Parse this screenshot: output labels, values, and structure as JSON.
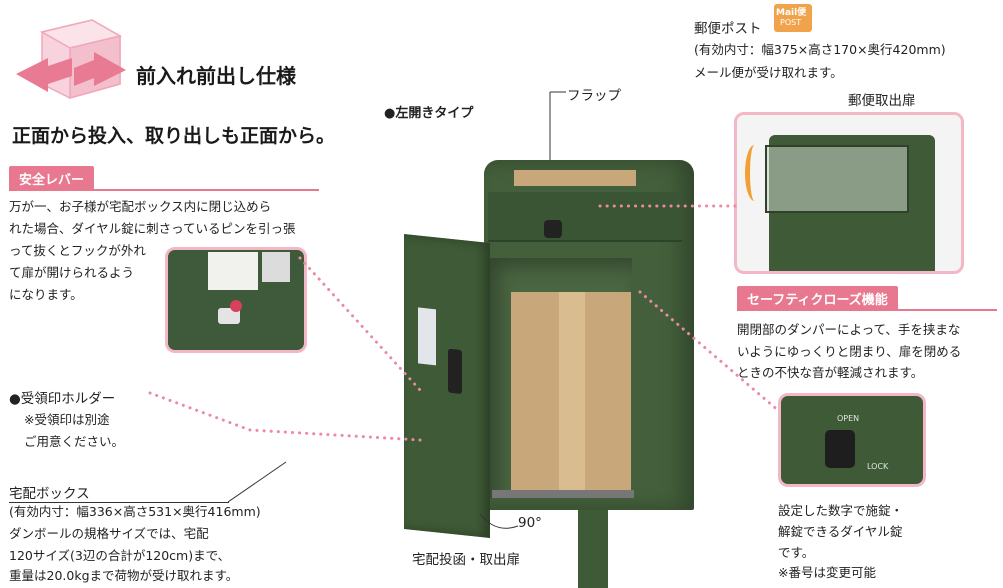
{
  "header": {
    "title": "前入れ前出し仕様",
    "subtitle": "正面から投入、取り出しも正面から。"
  },
  "main_product": {
    "type_label": "●左開きタイプ",
    "flap_label": "フラップ",
    "angle_label": "90°",
    "door_label": "宅配投函・取出扉"
  },
  "safety_lever": {
    "tag": "安全レバー",
    "lines": [
      "万が一、お子様が宅配ボックス内に閉じ込めら",
      "れた場合、ダイヤル錠に刺さっているピンを引っ張",
      "って抜くとフックが外れ",
      "て扉が開けられるよう",
      "になります。"
    ]
  },
  "receipt_holder": {
    "title": "●受領印ホルダー",
    "lines": [
      "※受領印は別途",
      "ご用意ください。"
    ]
  },
  "delivery_box": {
    "title": "宅配ボックス",
    "dims": "(有効内寸：幅336×高さ531×奥行416mm)",
    "lines": [
      "ダンボールの規格サイズでは、宅配",
      "120サイズ(3辺の合計が120cm)まで、",
      "重量は20.0kgまで荷物が受け取れます。"
    ]
  },
  "post": {
    "title": "郵便ポスト",
    "badge_top": "Mail便",
    "badge_bottom": "POST",
    "dims": "(有効内寸：幅375×高さ170×奥行420mm)",
    "note": "メール便が受け取れます。",
    "door_label": "郵便取出扉"
  },
  "safety_close": {
    "tag": "セーフティクローズ機能",
    "lines": [
      "開閉部のダンパーによって、手を挟まな",
      "いようにゆっくりと閉まり、扉を閉める",
      "ときの不快な音が軽減されます。"
    ]
  },
  "dial_lock": {
    "open_label": "OPEN",
    "lock_label": "LOCK",
    "lines": [
      "設定した数字で施錠・",
      "解錠できるダイヤル錠",
      "です。",
      "※番号は変更可能"
    ]
  },
  "colors": {
    "accent_pink": "#e8788f",
    "frame_pink": "#f3b7c6",
    "body_green": "#3e5a36",
    "cardboard": "#c8a87a"
  }
}
